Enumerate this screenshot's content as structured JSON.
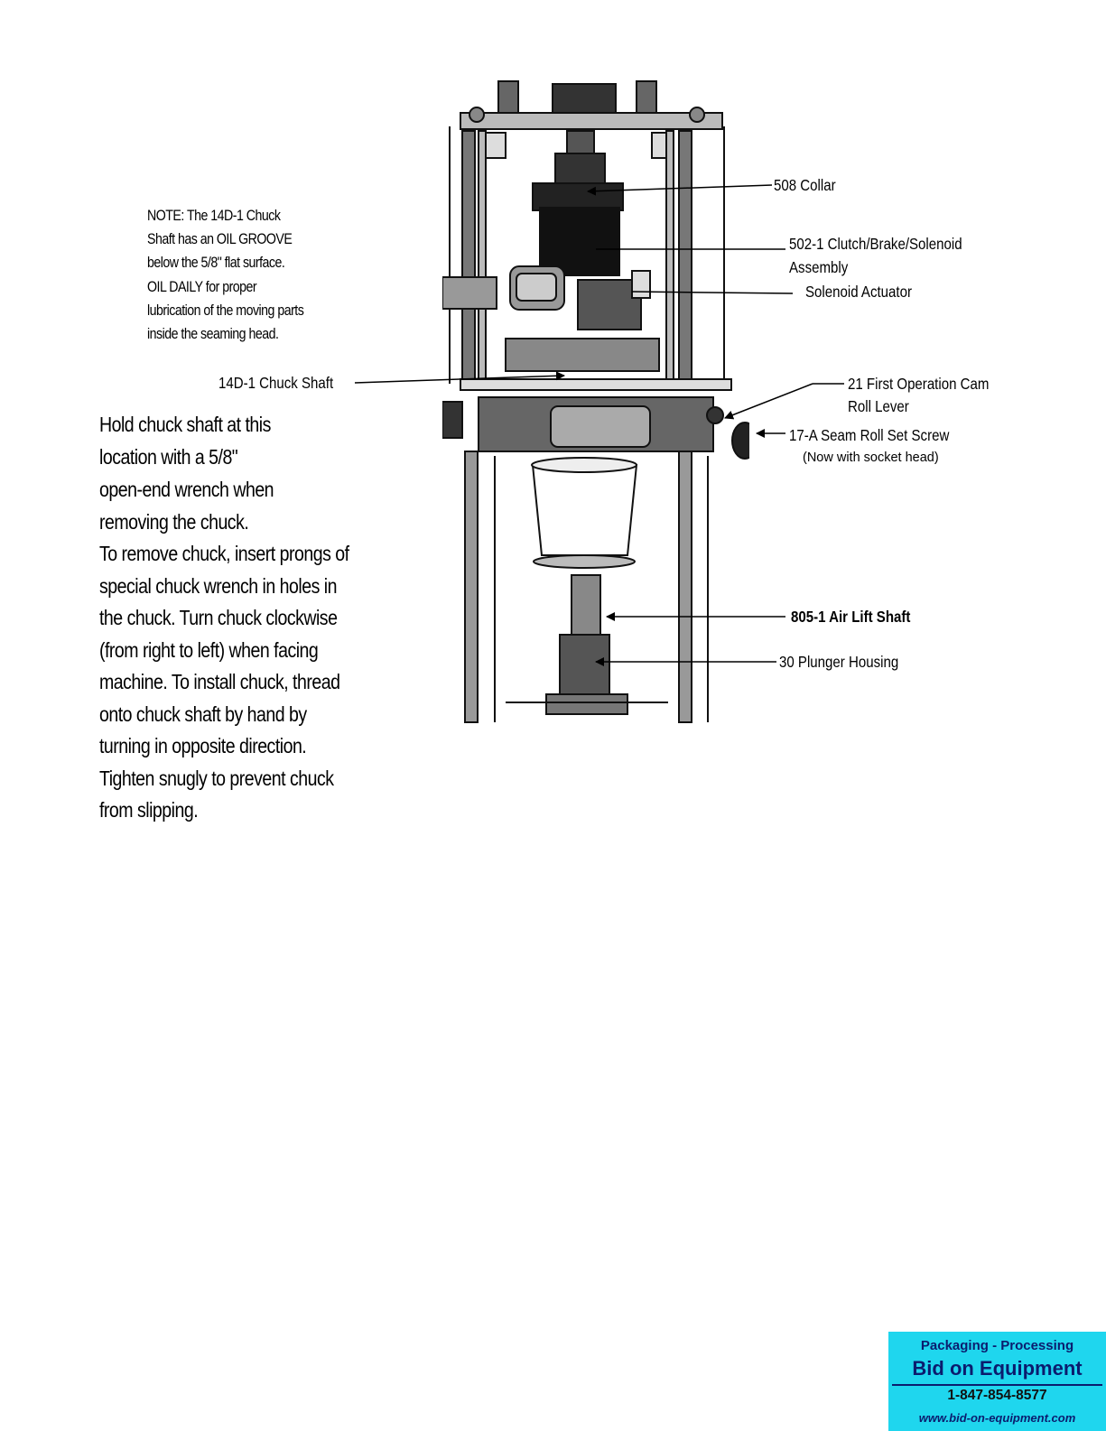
{
  "note": {
    "lines": [
      "NOTE:  The 14D-1 Chuck",
      "Shaft has an OIL GROOVE",
      "below the 5/8\" flat surface.",
      "OIL DAILY for proper",
      "lubrication of the moving parts",
      "inside the seaming head."
    ]
  },
  "instructions": {
    "hold_lines": [
      "Hold chuck shaft at this",
      "location with a 5/8\"",
      "open-end wrench when",
      "removing the chuck."
    ],
    "remove_lines": [
      "To remove chuck, insert prongs of",
      "special chuck wrench in holes in",
      "the chuck.  Turn chuck clockwise",
      "(from right to left) when facing",
      "machine.  To install chuck, thread",
      "onto chuck shaft by hand by",
      "turning in opposite direction.",
      "Tighten snugly to prevent chuck",
      "from slipping."
    ]
  },
  "labels": {
    "chuck_shaft": "14D-1 Chuck Shaft",
    "collar": "508 Collar",
    "clutch_1": "502-1 Clutch/Brake/Solenoid",
    "clutch_2": "Assembly",
    "solenoid": "Solenoid Actuator",
    "cam_1": "21 First Operation Cam",
    "cam_2": "Roll Lever",
    "set_screw": "17-A Seam Roll Set Screw",
    "set_screw_note": "(Now with socket head)",
    "air_lift": "805-1 Air Lift Shaft",
    "plunger": "30 Plunger Housing"
  },
  "banner": {
    "line1": "Packaging - Processing",
    "line2": "Bid on Equipment",
    "phone": "1-847-854-8577",
    "url": "www.bid-on-equipment.com"
  },
  "colors": {
    "banner_bg": "#1fd6ee",
    "banner_text": "#0b1c6e"
  }
}
